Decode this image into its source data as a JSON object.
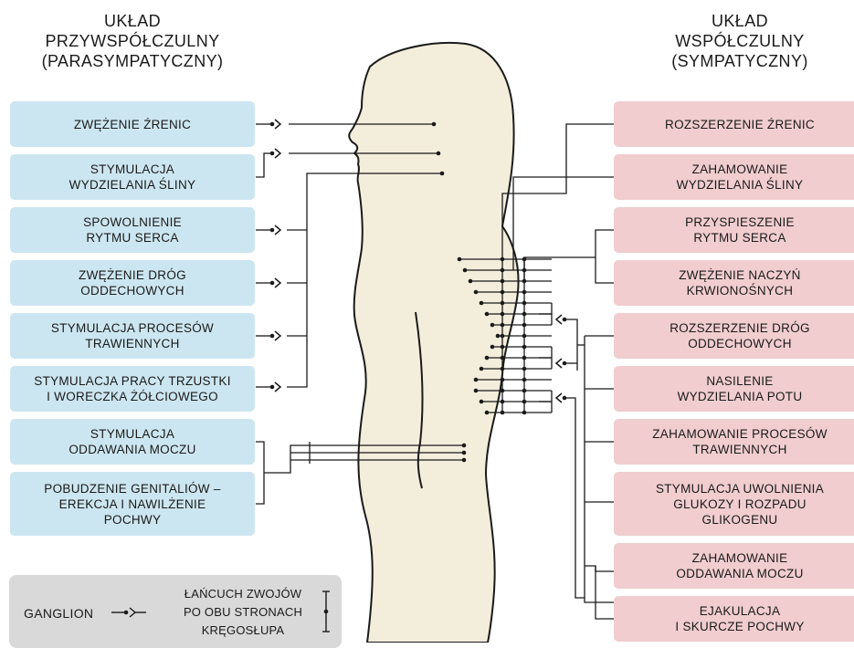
{
  "parasympathetic": {
    "heading": "UKŁAD\nPRZYWSPÓŁCZULNY\n(PARASYMPATYCZNY)",
    "effects": [
      "ZWĘŻENIE ŹRENIC",
      "STYMULACJA\nWYDZIELANIA ŚLINY",
      "SPOWOLNIENIE\nRYTMU SERCA",
      "ZWĘŻENIE DRÓG\nODDECHOWYCH",
      "STYMULACJA PROCESÓW\nTRAWIENNYCH",
      "STYMULACJA PRACY TRZUSTKI\nI WORECZKA ŻÓŁCIOWEGO",
      "STYMULACJA\nODDAWANIA MOCZU",
      "POBUDZENIE GENITALIÓW –\nEREKCJA I NAWILŻENIE\nPOCHWY"
    ]
  },
  "sympathetic": {
    "heading": "UKŁAD\nWSPÓŁCZULNY\n(SYMPATYCZNY)",
    "effects": [
      "ROZSZERZENIE ŹRENIC",
      "ZAHAMOWANIE\nWYDZIELANIA ŚLINY",
      "PRZYSPIESZENIE\nRYTMU SERCA",
      "ZWĘŻENIE NACZYŃ\nKRWIONOŚNYCH",
      "ROZSZERZENIE DRÓG\nODDECHOWYCH",
      "NASILENIE\nWYDZIELANIA POTU",
      "ZAHAMOWANIE PROCESÓW\nTRAWIENNYCH",
      "STYMULACJA UWOLNIENIA\nGLUKOZY I ROZPADU\nGLIKOGENU",
      "ZAHAMOWANIE\nODDAWANIA MOCZU",
      "EJAKULACJA\nI SKURCZE POCHWY"
    ]
  },
  "legend": {
    "ganglion_label": "GANGLION",
    "chain_label": "ŁAŃCUCH ZWOJÓW\nPO OBU STRONACH\nKRĘGOSŁUPA",
    "ganglion_icon": "ganglion-icon",
    "chain_icon": "chain-icon"
  },
  "colors": {
    "parasympathetic_box": "#cce6f1",
    "sympathetic_box": "#f1cdcf",
    "body": "#f3eddb",
    "legend_bg": "#d9d9d9",
    "line": "#1a1a1a"
  }
}
